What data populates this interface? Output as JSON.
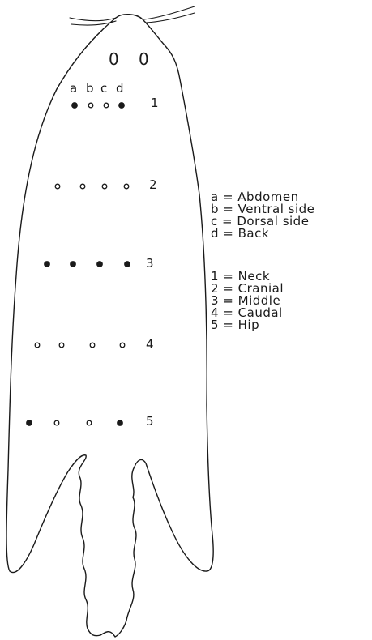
{
  "diagram": {
    "column_letters": [
      "a",
      "b",
      "c",
      "d"
    ],
    "row_numbers": [
      "1",
      "2",
      "3",
      "4",
      "5"
    ],
    "eyes": [
      "0",
      "0"
    ],
    "dot_grid": [
      [
        "filled",
        "open",
        "open",
        "filled"
      ],
      [
        "open",
        "open",
        "open",
        "open"
      ],
      [
        "filled",
        "filled",
        "filled",
        "filled"
      ],
      [
        "open",
        "open",
        "open",
        "open"
      ],
      [
        "filled",
        "open",
        "open",
        "filled"
      ]
    ],
    "colors": {
      "ink": "#1a1a1a",
      "background": "#ffffff"
    }
  },
  "legend": {
    "columns": [
      "a = Abdomen",
      "b = Ventral side",
      "c = Dorsal side",
      "d = Back"
    ],
    "rows": [
      "1 = Neck",
      "2 = Cranial",
      "3 = Middle",
      "4 = Caudal",
      "5 = Hip"
    ]
  }
}
